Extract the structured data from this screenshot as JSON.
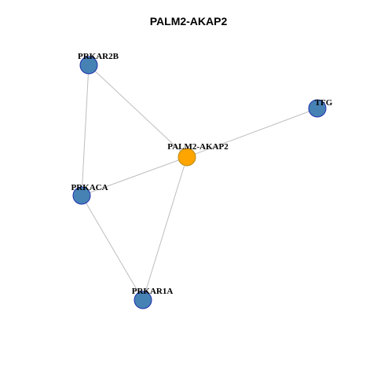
{
  "title": "PALM2-AKAP2",
  "colors": {
    "center_node_fill": "#FFA500",
    "center_node_stroke": "#B8860B",
    "node_fill": "#4682B4",
    "node_stroke": "#1F2FB0",
    "edge": "#BEBEBE",
    "background": "#FFFFFF"
  },
  "nodes": [
    {
      "id": "PALM2-AKAP2",
      "label": "PALM2-AKAP2",
      "role": "center"
    },
    {
      "id": "PRKAR2B",
      "label": "PRKAR2B",
      "role": "neighbor"
    },
    {
      "id": "TFG",
      "label": "TFG",
      "role": "neighbor"
    },
    {
      "id": "PRKACA",
      "label": "PRKACA",
      "role": "neighbor"
    },
    {
      "id": "PRKAR1A",
      "label": "PRKAR1A",
      "role": "neighbor"
    }
  ],
  "edges": [
    [
      "PRKAR2B",
      "PALM2-AKAP2"
    ],
    [
      "PRKAR2B",
      "PRKACA"
    ],
    [
      "TFG",
      "PALM2-AKAP2"
    ],
    [
      "PRKACA",
      "PALM2-AKAP2"
    ],
    [
      "PRKACA",
      "PRKAR1A"
    ],
    [
      "PALM2-AKAP2",
      "PRKAR1A"
    ]
  ]
}
